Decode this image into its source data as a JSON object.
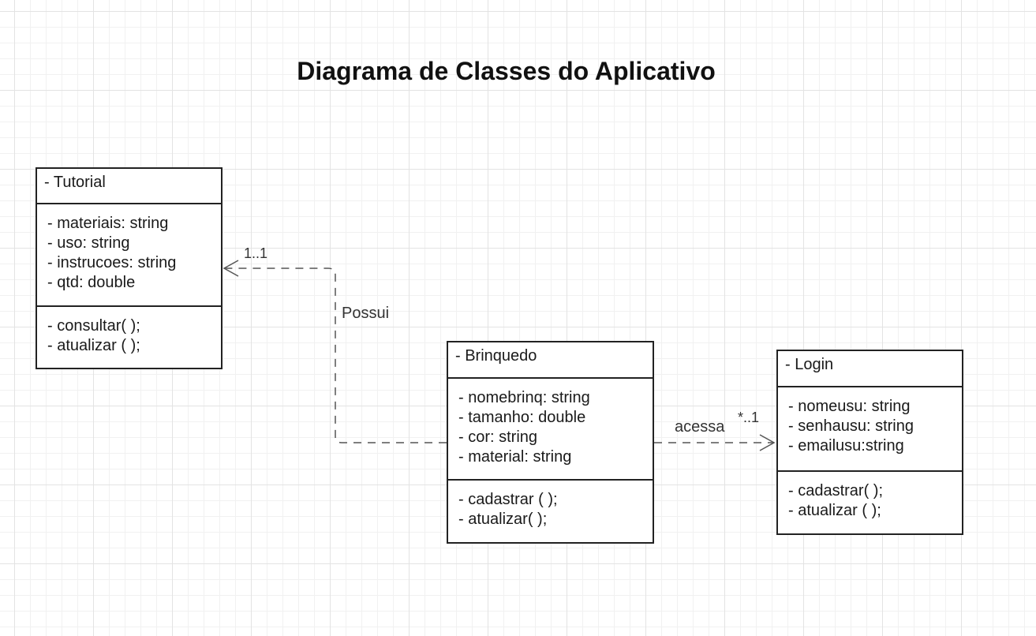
{
  "diagram": {
    "title": "Diagrama de Classes do Aplicativo"
  },
  "classes": {
    "tutorial": {
      "name": "- Tutorial",
      "attributes": [
        "- materiais: string",
        "- uso: string",
        "- instrucoes: string",
        "- qtd: double"
      ],
      "methods": [
        "- consultar( );",
        "- atualizar ( );"
      ]
    },
    "brinquedo": {
      "name": "- Brinquedo",
      "attributes": [
        "- nomebrinq: string",
        "- tamanho: double",
        "- cor: string",
        "- material: string"
      ],
      "methods": [
        "- cadastrar ( );",
        "- atualizar( );"
      ]
    },
    "login": {
      "name": "- Login",
      "attributes": [
        "- nomeusu: string",
        "- senhausu: string",
        "- emailusu:string"
      ],
      "methods": [
        "- cadastrar( );",
        "- atualizar ( );"
      ]
    }
  },
  "relations": {
    "possui": {
      "label": "Possui",
      "multiplicity": "1..1",
      "from": "Brinquedo",
      "to": "Tutorial",
      "style": "dashed-open-arrow"
    },
    "acessa": {
      "label": "acessa",
      "multiplicity": "*..1",
      "from": "Brinquedo",
      "to": "Login",
      "style": "dashed-open-arrow"
    }
  }
}
